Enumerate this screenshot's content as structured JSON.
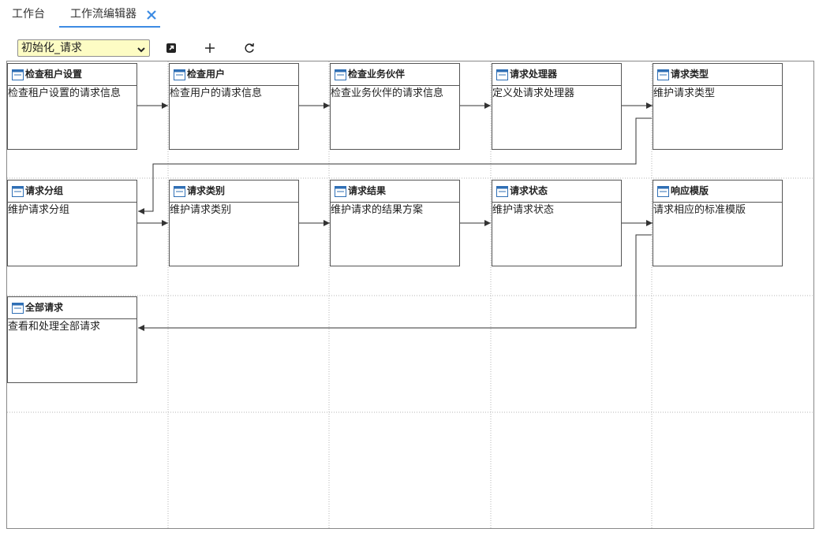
{
  "tabs": [
    {
      "label": "工作台"
    },
    {
      "label": "工作流编辑器"
    }
  ],
  "toolbar": {
    "selected_flow": "初始化_请求"
  },
  "accent_color": "#3d8be3",
  "select_background": "#fdfcc4",
  "icons": {
    "tab_close": "close-icon",
    "open": "open-external-icon",
    "add": "plus-icon",
    "refresh": "refresh-icon",
    "node": "window-icon"
  },
  "nodes": [
    {
      "title": "检查租户设置",
      "desc": "检查租户设置的请求信息"
    },
    {
      "title": "检查用户",
      "desc": "检查用户的请求信息"
    },
    {
      "title": "检查业务伙伴",
      "desc": "检查业务伙伴的请求信息"
    },
    {
      "title": "请求处理器",
      "desc": "定义处请求处理器"
    },
    {
      "title": "请求类型",
      "desc": "维护请求类型"
    },
    {
      "title": "请求分组",
      "desc": "维护请求分组"
    },
    {
      "title": "请求类别",
      "desc": "维护请求类别"
    },
    {
      "title": "请求结果",
      "desc": "维护请求的结果方案"
    },
    {
      "title": "请求状态",
      "desc": "维护请求状态"
    },
    {
      "title": "响应模版",
      "desc": "请求相应的标准模版"
    },
    {
      "title": "全部请求",
      "desc": "查看和处理全部请求"
    }
  ]
}
